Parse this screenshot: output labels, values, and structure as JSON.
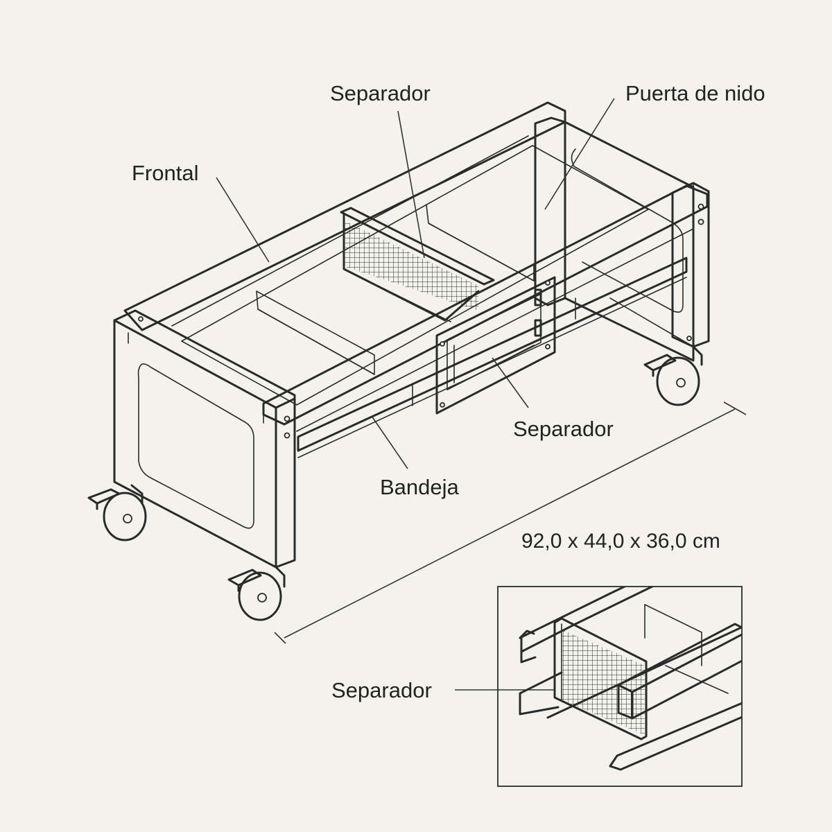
{
  "labels": {
    "frontal": "Frontal",
    "separador_top": "Separador",
    "puerta_de_nido": "Puerta de nido",
    "separador_mid": "Separador",
    "bandeja": "Bandeja",
    "dimensions": "92,0 x 44,0 x 36,0 cm",
    "separador_detail": "Separador"
  },
  "colors": {
    "background": "#f3f2ec",
    "line": "#2a2a2a",
    "text": "#222222"
  }
}
